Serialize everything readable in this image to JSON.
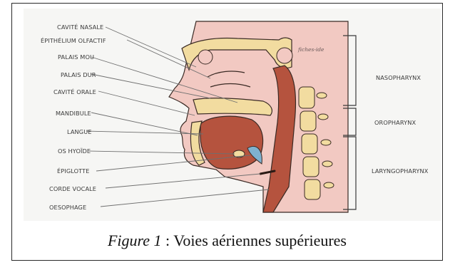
{
  "figure": {
    "labels_left": [
      "CAVITÉ NASALE",
      "ÉPITHÉLIUM OLFACTIF",
      "PALAIS MOU",
      "PALAIS DUR",
      "CAVITÉ ORALE",
      "MANDIBULE",
      "LANGUE",
      "OS HYOÏDE",
      "ÉPIGLOTTE",
      "CORDE VOCALE",
      "OESOPHAGE"
    ],
    "labels_right": [
      "NASOPHARYNX",
      "OROPHARYNX",
      "LARYNGOPHARYNX"
    ],
    "watermark": "fiches-ide"
  },
  "caption": {
    "figure_number": "Figure 1",
    "separator": " : ",
    "text": "Voies aériennes supérieures"
  },
  "colors": {
    "skin": "#f2c9c2",
    "muscle": "#b5533e",
    "bone": "#f2dca0",
    "cartilage": "#7fb1cf",
    "outline": "#3a2a24"
  }
}
